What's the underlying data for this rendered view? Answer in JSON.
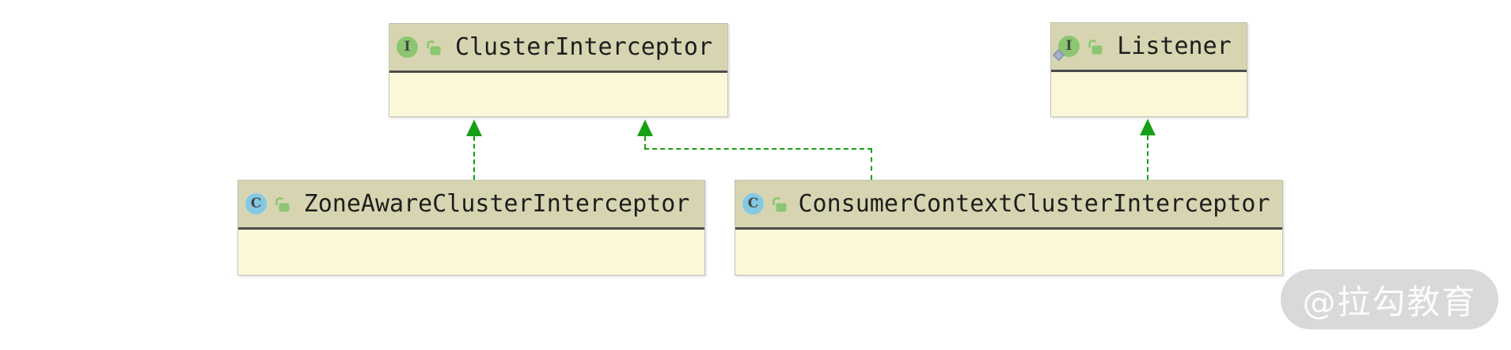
{
  "diagram": {
    "tool_style": "uml-class-diagram",
    "colors": {
      "bg": "#ffffff",
      "header-fill": "#d7d5b1",
      "body-fill": "#fbf8d9",
      "box-border": "#c2c2b8",
      "separator": "#4c4c4c",
      "edge-green": "#16a016",
      "interface-green": "#8cc671",
      "class-blue": "#84c9e3",
      "lock-green": "#8cc671",
      "icon-letter": "#454545",
      "label-color": "#1e1e1e",
      "badge-fill": "#a9b2cb",
      "badge-border": "#8d97b5",
      "watermark-fill": "#d9d9d9"
    },
    "nodes": [
      {
        "id": "cluster-interceptor",
        "label": "ClusterInterceptor",
        "kind": "interface",
        "icon": "interface-icon",
        "icon_letter": "I",
        "lock": "unlocked",
        "badge": null
      },
      {
        "id": "listener",
        "label": "Listener",
        "kind": "interface",
        "icon": "interface-icon",
        "icon_letter": "I",
        "lock": "unlocked",
        "badge": "diamond-badge"
      },
      {
        "id": "zone-aware-cluster-interceptor",
        "label": "ZoneAwareClusterInterceptor",
        "kind": "class",
        "icon": "class-icon",
        "icon_letter": "C",
        "lock": "unlocked",
        "badge": null
      },
      {
        "id": "consumer-context-cluster-interceptor",
        "label": "ConsumerContextClusterInterceptor",
        "kind": "class",
        "icon": "class-icon",
        "icon_letter": "C",
        "lock": "unlocked",
        "badge": null
      }
    ],
    "edges": [
      {
        "from": "ZoneAwareClusterInterceptor",
        "to": "ClusterInterceptor",
        "type": "implements",
        "style": "green-dashed-solid-triangle"
      },
      {
        "from": "ConsumerContextClusterInterceptor",
        "to": "ClusterInterceptor",
        "type": "implements",
        "style": "green-dashed-solid-triangle"
      },
      {
        "from": "ConsumerContextClusterInterceptor",
        "to": "Listener",
        "type": "implements",
        "style": "green-dashed-solid-triangle"
      }
    ],
    "watermark": {
      "text": "@拉勾教育"
    }
  }
}
